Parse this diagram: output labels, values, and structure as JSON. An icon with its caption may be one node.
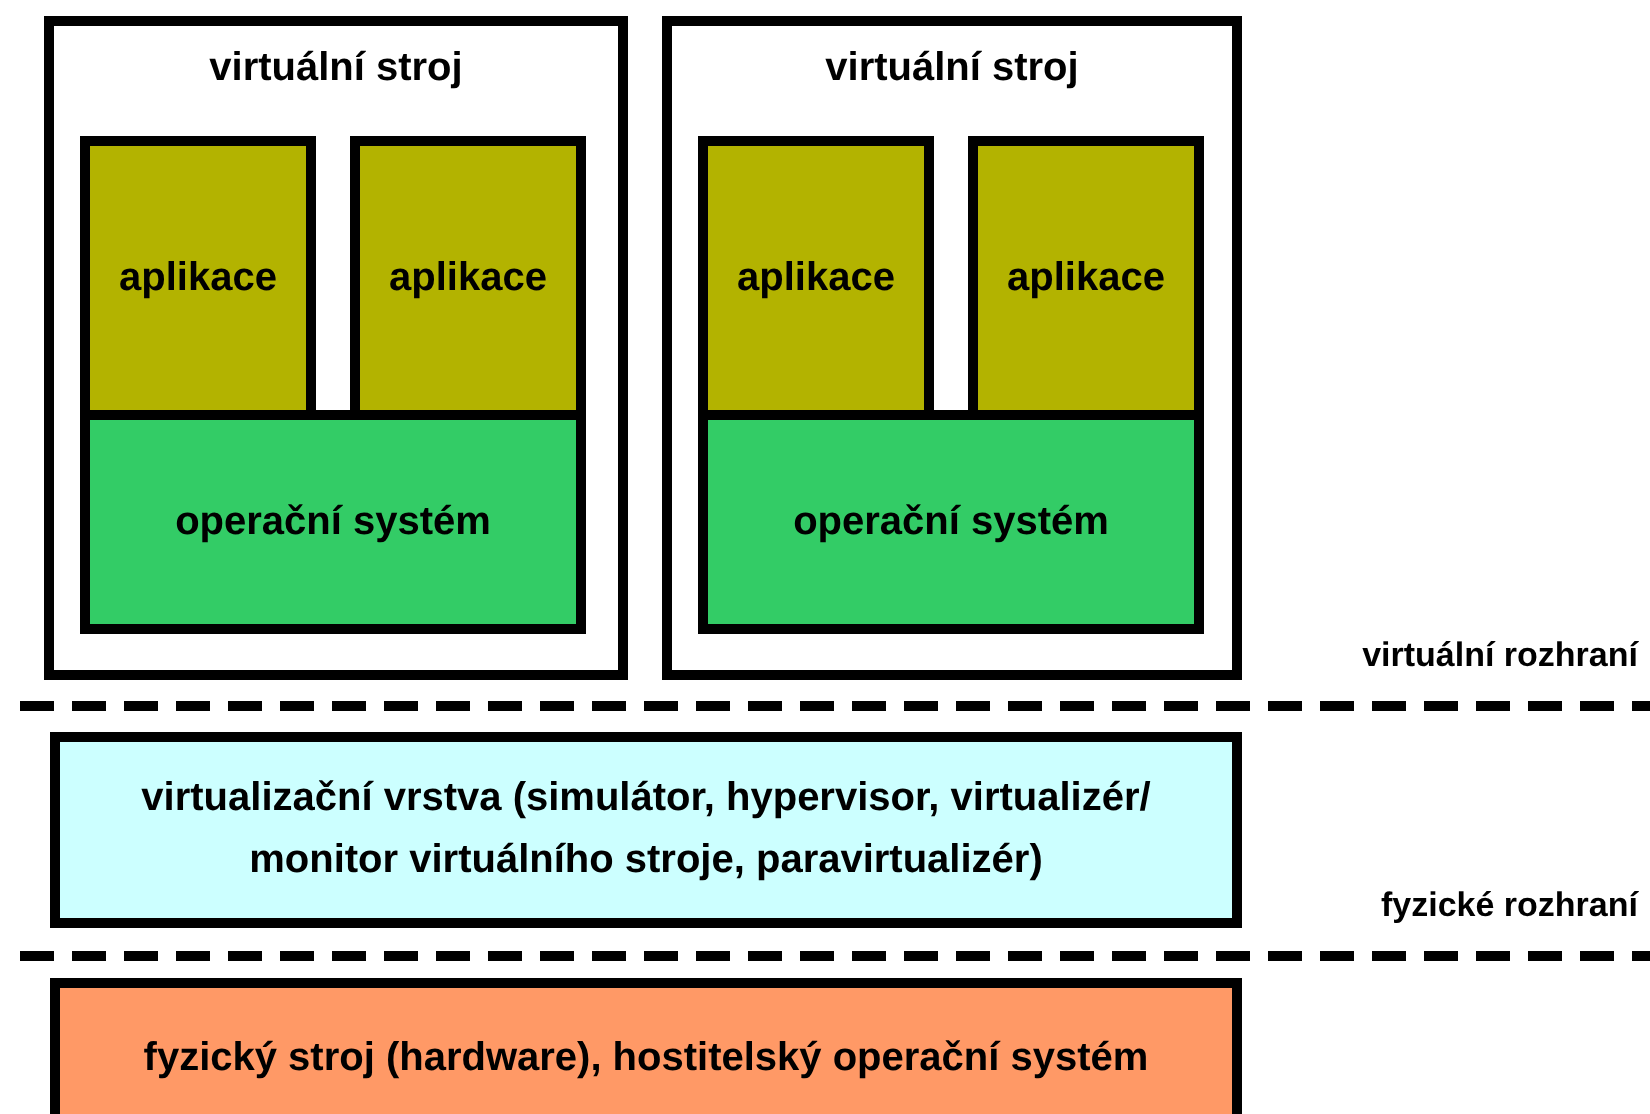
{
  "diagram": {
    "nodes": [
      {
        "text": [
          "virtuální stroj"
        ]
      },
      {
        "text": [
          "aplikace"
        ],
        "in": 0
      },
      {
        "text": [
          "aplikace"
        ],
        "in": 0
      },
      {
        "text": [
          "operační systém"
        ],
        "in": 0
      },
      {
        "text": [
          "virtuální stroj"
        ]
      },
      {
        "text": [
          "aplikace"
        ],
        "in": 4
      },
      {
        "text": [
          "aplikace"
        ],
        "in": 4
      },
      {
        "text": [
          "operační systém"
        ],
        "in": 4
      },
      {
        "text": [
          "virtualizační vrstva (simulátor, hypervisor, virtualizér/ monitor virtuálního stroje, paravirtualizér)"
        ]
      },
      {
        "text": [
          "fyzický stroj (hardware), hostitelský operační systém"
        ]
      }
    ],
    "edges": [],
    "labels": [
      "virtuální rozhraní",
      "fyzické rozhraní"
    ]
  }
}
